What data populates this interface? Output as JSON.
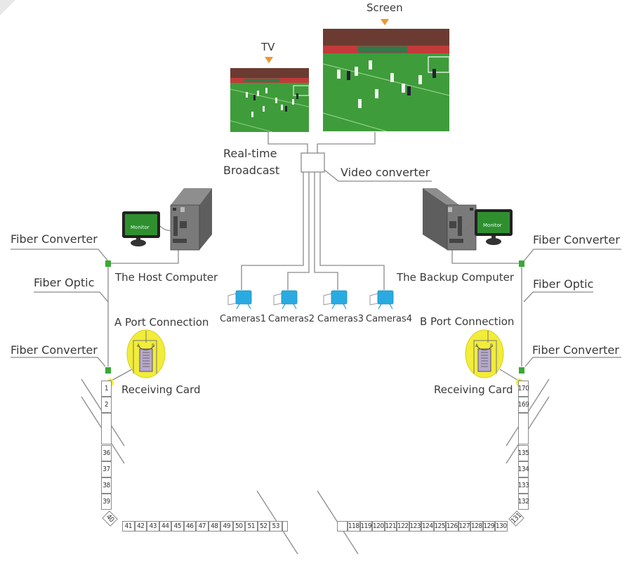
{
  "displays": {
    "tv": {
      "label": "TV"
    },
    "screen": {
      "label": "Screen"
    }
  },
  "broadcast_label": [
    "Real-time",
    "Broadcast"
  ],
  "video_converter_label": "Video converter",
  "cameras": [
    {
      "label": "Cameras1"
    },
    {
      "label": "Cameras2"
    },
    {
      "label": "Cameras3"
    },
    {
      "label": "Cameras4"
    }
  ],
  "left": {
    "fiber_converter_top": "Fiber Converter",
    "computer_label": "The Host Computer",
    "fiber_optic": "Fiber Optic",
    "port_connection": "A Port Connection",
    "fiber_converter_bottom": "Fiber Converter",
    "receiving_card": "Receiving Card",
    "monitor_text": "Monitor"
  },
  "right": {
    "fiber_converter_top": "Fiber Converter",
    "computer_label": "The Backup Computer",
    "fiber_optic": "Fiber Optic",
    "port_connection": "B Port Connection",
    "fiber_converter_bottom": "Fiber Converter",
    "receiving_card": "Receiving Card",
    "monitor_text": "Monitor"
  },
  "tiles": {
    "left_vertical_top": [
      "1",
      "2"
    ],
    "left_vertical_bottom": [
      "36",
      "37",
      "38",
      "39"
    ],
    "left_corner": "40",
    "left_horizontal": [
      "41",
      "42",
      "43",
      "44",
      "45",
      "46",
      "47",
      "48",
      "49",
      "50",
      "51",
      "52",
      "53"
    ],
    "right_horizontal": [
      "118",
      "119",
      "120",
      "121",
      "122",
      "123",
      "124",
      "125",
      "126",
      "127",
      "128",
      "129",
      "130"
    ],
    "right_corner": "131",
    "right_vertical_bottom": [
      "132",
      "133",
      "134",
      "135"
    ],
    "right_vertical_top": [
      "170",
      "169"
    ]
  },
  "colors": {
    "arrow": "#f0952c",
    "camera": "#29abe2",
    "fiber_converter": "#39a935",
    "port_highlight": "#f2ec3a",
    "line": "#8a8a8a"
  }
}
